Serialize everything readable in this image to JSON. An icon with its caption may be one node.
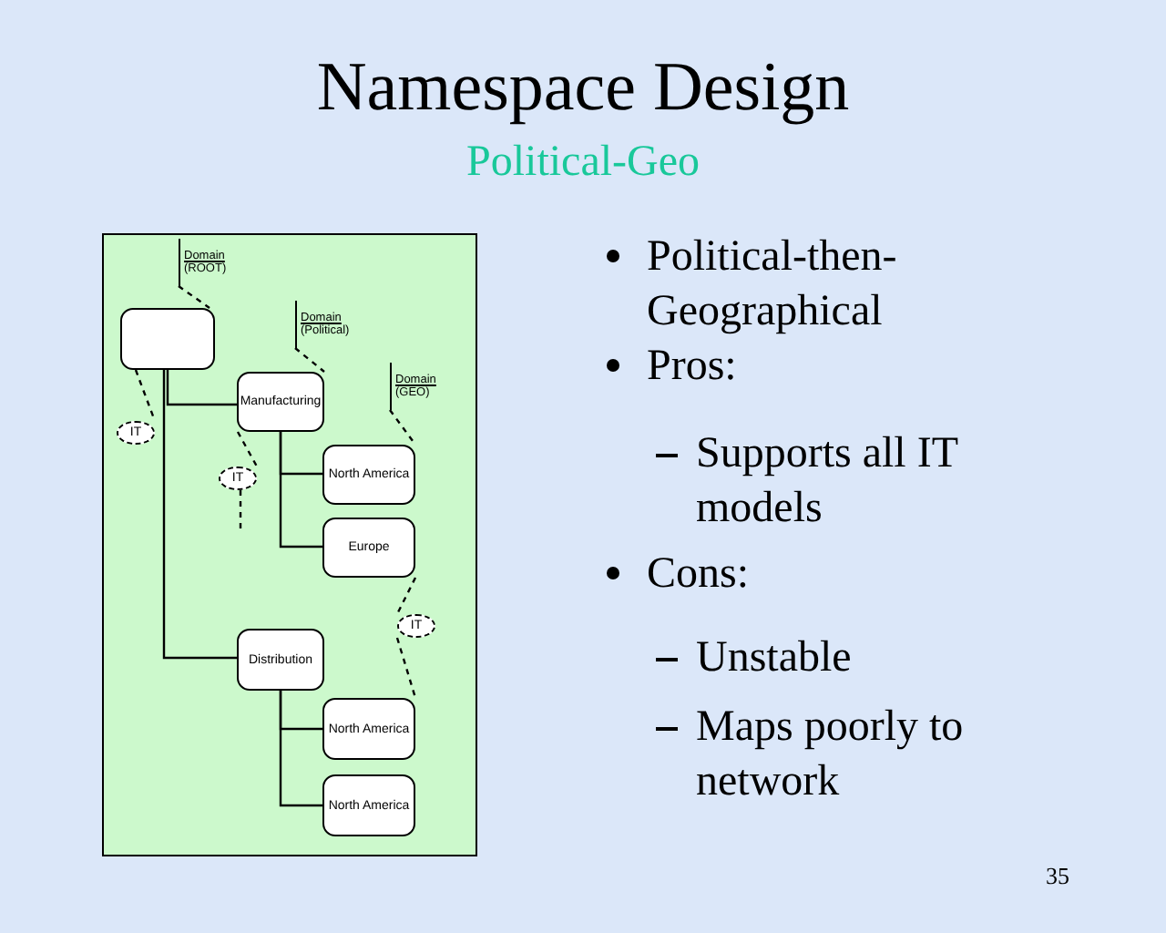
{
  "diagram": {
    "title": "Namespace Design",
    "caption": "Political-Geo",
    "nodes": [
      {
        "text": [],
        "shape": "box"
      },
      {
        "text": [
          "Manufacturing"
        ]
      },
      {
        "text": [
          "North America"
        ]
      },
      {
        "text": [
          "Europe"
        ]
      },
      {
        "text": [
          "Distribution"
        ]
      },
      {
        "text": [
          "North America"
        ]
      },
      {
        "text": [
          "North America"
        ]
      },
      {
        "text": [
          "Domain",
          "(ROOT)"
        ]
      },
      {
        "text": [
          "Domain",
          "(Political)"
        ]
      },
      {
        "text": [
          "Domain",
          "(GEO)"
        ]
      },
      {
        "text": [
          "IT"
        ]
      },
      {
        "text": [
          "IT"
        ]
      },
      {
        "text": [
          "IT"
        ]
      }
    ],
    "edges": [
      {
        "from": 0,
        "to": 1,
        "arrow": "none"
      },
      {
        "from": 0,
        "to": 4,
        "arrow": "none"
      },
      {
        "from": 1,
        "to": 2,
        "arrow": "none"
      },
      {
        "from": 1,
        "to": 3,
        "arrow": "none"
      },
      {
        "from": 4,
        "to": 5,
        "arrow": "none"
      },
      {
        "from": 4,
        "to": 6,
        "arrow": "none"
      },
      {
        "from": 7,
        "to": 0,
        "arrow": "none",
        "style": "dashed"
      },
      {
        "from": 8,
        "to": 1,
        "arrow": "none",
        "style": "dashed"
      },
      {
        "from": 9,
        "to": 2,
        "arrow": "none",
        "style": "dashed"
      },
      {
        "from": 0,
        "to": 10,
        "arrow": "none",
        "style": "dashed"
      },
      {
        "from": 1,
        "to": 11,
        "arrow": "none",
        "style": "dashed"
      },
      {
        "from": 11,
        "to": null,
        "arrow": "none",
        "style": "dashed"
      },
      {
        "from": 3,
        "to": 12,
        "arrow": "none",
        "style": "dashed"
      },
      {
        "from": 12,
        "to": 5,
        "arrow": "none",
        "style": "dashed"
      }
    ],
    "labels": [
      "Political-then-Geographical",
      "Pros:",
      "Supports all IT models",
      "Cons:",
      "Unstable",
      "Maps poorly to network",
      "35"
    ]
  }
}
